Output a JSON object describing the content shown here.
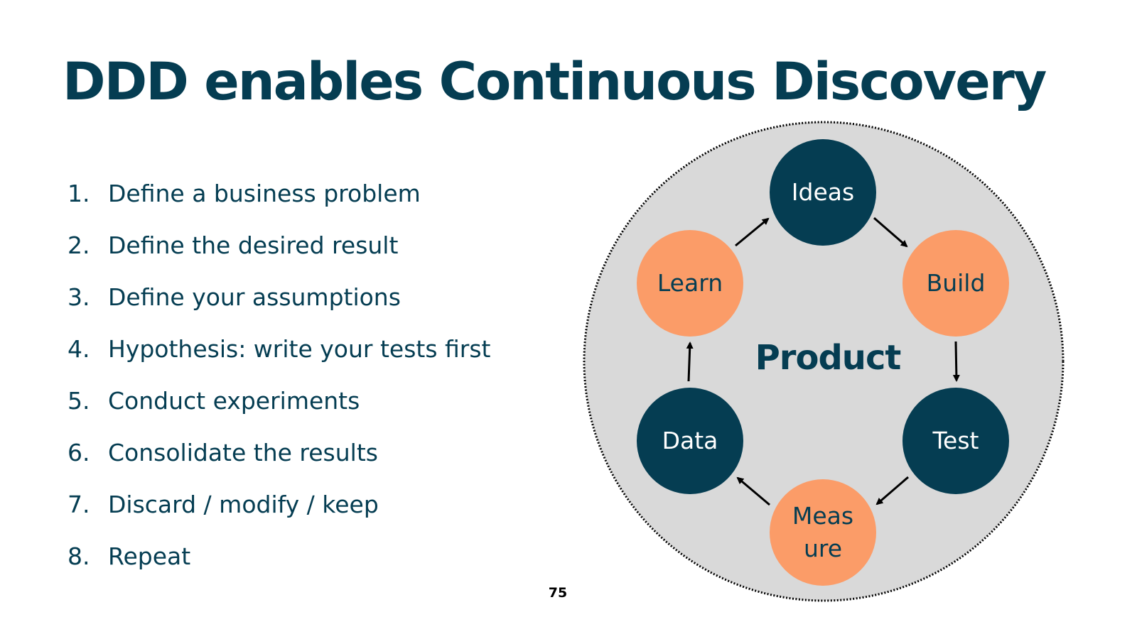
{
  "slide": {
    "title": "DDD enables Continuous Discovery",
    "page_number": "75"
  },
  "steps": [
    {
      "num": "1.",
      "text": "Define a business problem"
    },
    {
      "num": "2.",
      "text": "Define the desired result"
    },
    {
      "num": "3.",
      "text": "Define your assumptions"
    },
    {
      "num": "4.",
      "text": "Hypothesis: write your tests first"
    },
    {
      "num": "5.",
      "text": "Conduct experiments"
    },
    {
      "num": "6.",
      "text": "Consolidate the results"
    },
    {
      "num": "7.",
      "text": "Discard / modify / keep"
    },
    {
      "num": "8.",
      "text": "Repeat"
    }
  ],
  "diagram": {
    "center_label": "Product",
    "nodes": {
      "ideas": {
        "label": "Ideas"
      },
      "build": {
        "label": "Build"
      },
      "test": {
        "label": "Test"
      },
      "measure": {
        "label": "Meas ure"
      },
      "data": {
        "label": "Data"
      },
      "learn": {
        "label": "Learn"
      }
    },
    "colors": {
      "dark": "#053d52",
      "accent": "#fb9c68",
      "ring_fill": "#d9d9d9",
      "arrow": "#000000"
    }
  }
}
